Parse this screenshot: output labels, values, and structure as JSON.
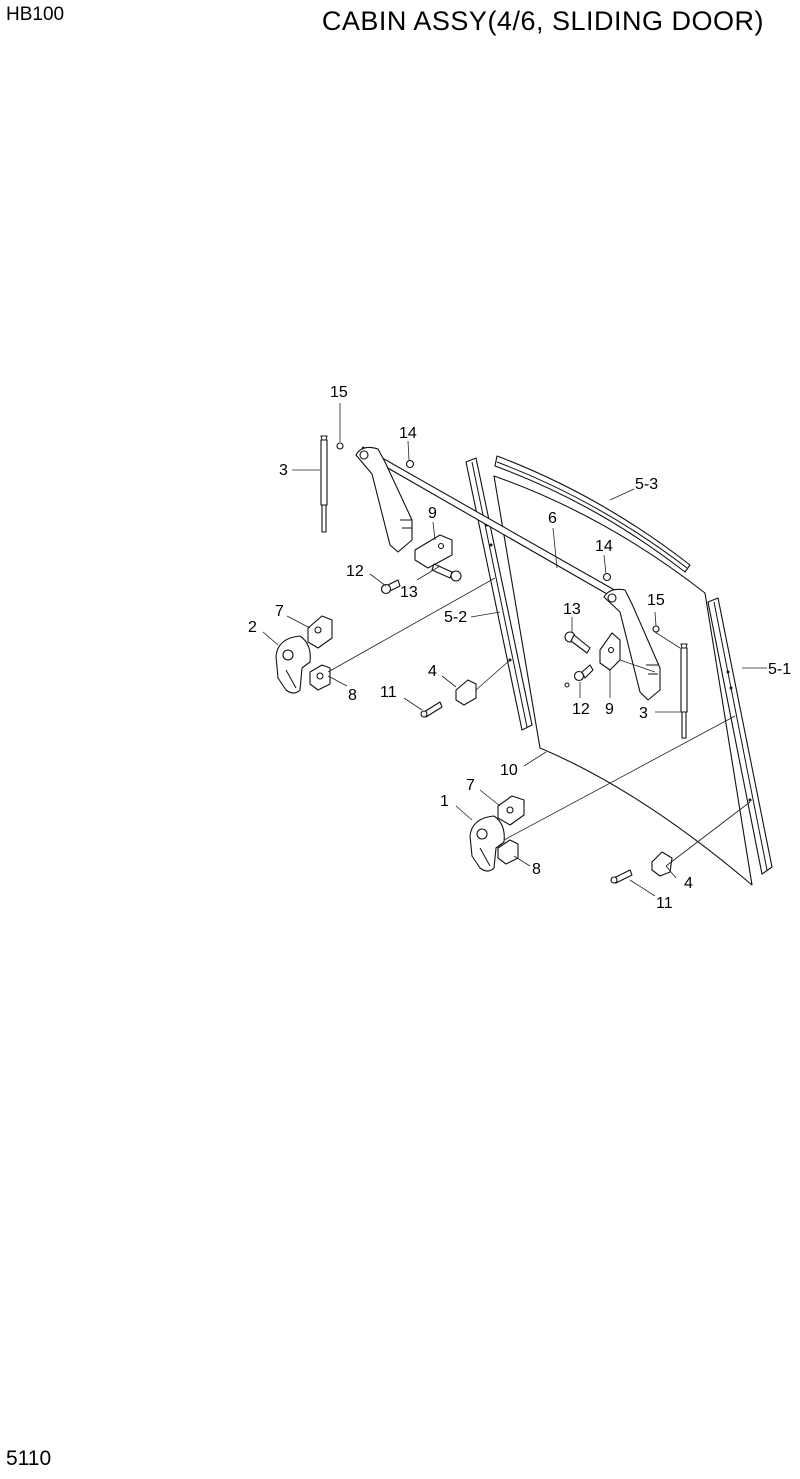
{
  "header": {
    "model": "HB100",
    "title": "CABIN ASSY(4/6, SLIDING DOOR)"
  },
  "footer": {
    "page_number": "5110"
  },
  "callouts": [
    "15",
    "14",
    "3",
    "9",
    "12",
    "13",
    "7",
    "2",
    "8",
    "5-2",
    "5-3",
    "6",
    "14",
    "13",
    "15",
    "4",
    "11",
    "12",
    "9",
    "3",
    "5-1",
    "10",
    "7",
    "1",
    "8",
    "4",
    "11"
  ]
}
